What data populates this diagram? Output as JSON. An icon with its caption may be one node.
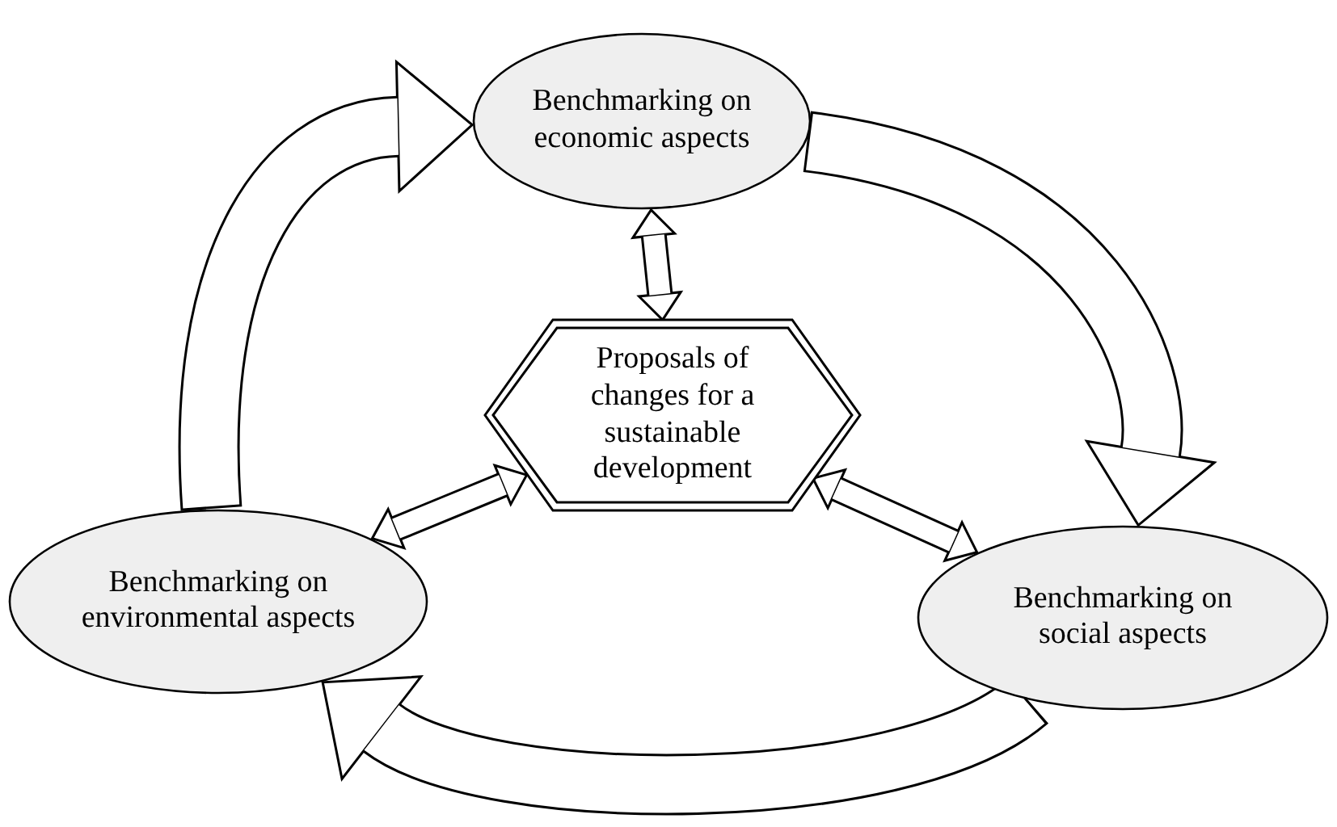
{
  "diagram": {
    "nodes": [
      {
        "text": [
          "Benchmarking on economic aspects"
        ]
      },
      {
        "text": [
          "Proposals of changes for a sustainable development"
        ]
      },
      {
        "text": [
          "Benchmarking on environmental aspects"
        ]
      },
      {
        "text": [
          "Benchmarking on social aspects"
        ]
      }
    ],
    "edges": [
      {
        "from": 0,
        "to": 1,
        "arrow": "both"
      },
      {
        "from": 1,
        "to": 2,
        "arrow": "both"
      },
      {
        "from": 1,
        "to": 3,
        "arrow": "both"
      },
      {
        "from": 2,
        "to": 0,
        "arrow": "to",
        "style": "thick"
      },
      {
        "from": 0,
        "to": 3,
        "arrow": "to",
        "style": "thick"
      },
      {
        "from": 3,
        "to": 2,
        "arrow": "to",
        "style": "thick"
      }
    ]
  }
}
